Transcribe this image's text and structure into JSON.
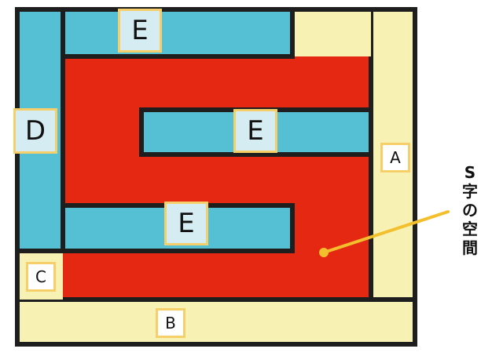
{
  "labels": {
    "a": "A",
    "b": "B",
    "c": "C",
    "d": "D",
    "e": "E"
  },
  "annotation": {
    "chars": [
      "S",
      "字",
      "の",
      "空",
      "間"
    ]
  },
  "colors": {
    "blue": "#55c0d3",
    "red": "#e42812",
    "yellow": "#f7f2b4",
    "label_fill": "#d6ecf3",
    "label_border": "#f6cf6a",
    "outline": "#1e1e1e",
    "pointer": "#f3bf2c"
  }
}
